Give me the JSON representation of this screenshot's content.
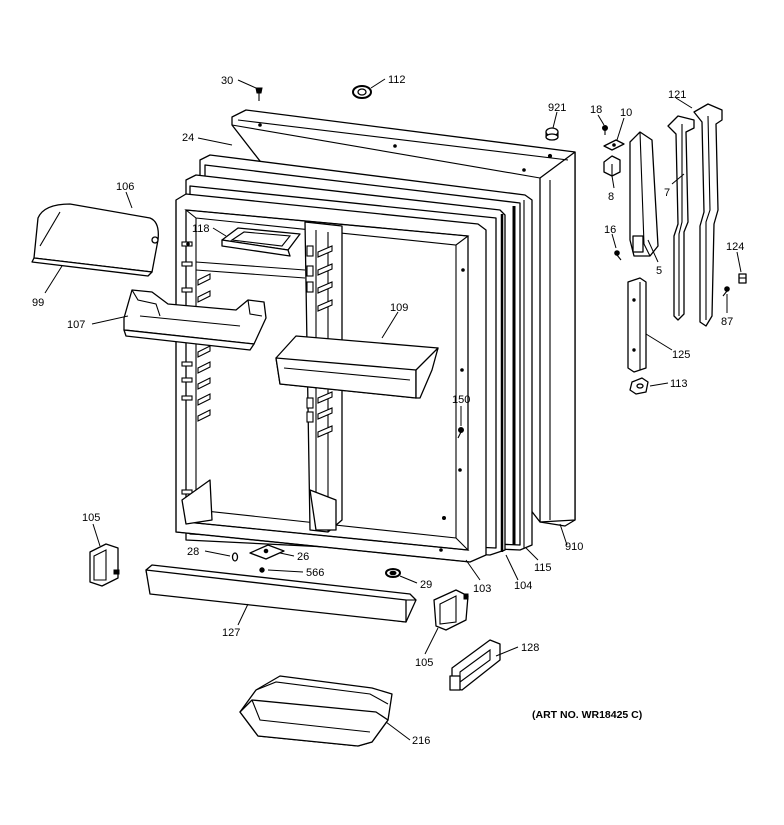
{
  "labels": {
    "p30": "30",
    "p112": "112",
    "p921": "921",
    "p18": "18",
    "p10": "10",
    "p121": "121",
    "p24": "24",
    "p106": "106",
    "p8": "8",
    "p7": "7",
    "p118": "118",
    "p16": "16",
    "p124": "124",
    "p5": "5",
    "p99": "99",
    "p107": "107",
    "p109": "109",
    "p87": "87",
    "p125": "125",
    "p113": "113",
    "p150": "150",
    "p105a": "105",
    "p28": "28",
    "p26": "26",
    "p566": "566",
    "p29": "29",
    "p103": "103",
    "p104": "104",
    "p115": "115",
    "p910": "910",
    "p127": "127",
    "p105b": "105",
    "p128": "128",
    "p216": "216"
  },
  "art_number": "(ART NO. WR18425 C)"
}
